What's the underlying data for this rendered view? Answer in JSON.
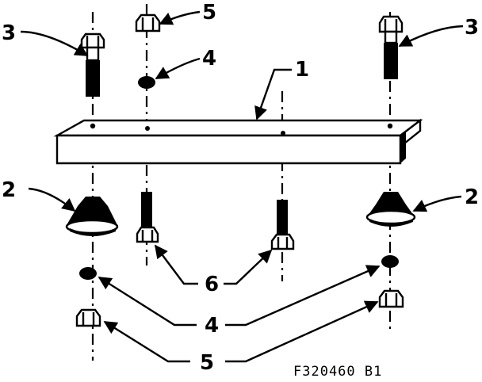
{
  "figure": {
    "code": "F320460 B1",
    "callouts": {
      "c1": "1",
      "c2_left": "2",
      "c2_right": "2",
      "c3_left": "3",
      "c3_right": "3",
      "c4_top": "4",
      "c4_bottom": "4",
      "c5_top": "5",
      "c5_bottom": "5",
      "c6": "6"
    }
  },
  "parts": [
    {
      "id": "1",
      "name": "mounting-bracket"
    },
    {
      "id": "2",
      "name": "rubber-mount"
    },
    {
      "id": "3",
      "name": "bolt"
    },
    {
      "id": "4",
      "name": "washer"
    },
    {
      "id": "5",
      "name": "nut"
    },
    {
      "id": "6",
      "name": "stud-bolt"
    }
  ],
  "colors": {
    "ink": "#000000",
    "paper": "#ffffff"
  }
}
